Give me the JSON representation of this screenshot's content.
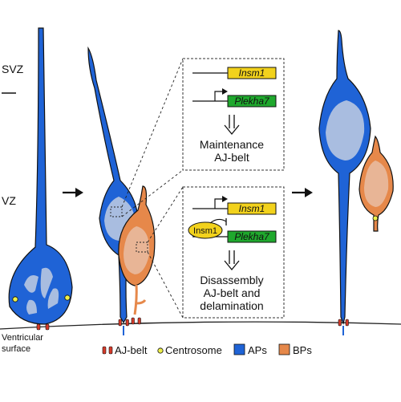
{
  "zones": {
    "svz": "SVZ",
    "vz": "VZ",
    "ventricular_surface_line1": "Ventricular",
    "ventricular_surface_line2": "surface"
  },
  "upper_box": {
    "gene_top": "Insm1",
    "gene_bottom": "Plekha7",
    "outcome_line1": "Maintenance",
    "outcome_line2": "AJ-belt"
  },
  "lower_box": {
    "gene_top": "Insm1",
    "protein": "Insm1",
    "gene_bottom": "Plekha7",
    "outcome_line1": "Disassembly",
    "outcome_line2": "AJ-belt and",
    "outcome_line3": "delamination"
  },
  "legend": {
    "aj_belt": "AJ-belt",
    "centrosome": "Centrosome",
    "aps": "APs",
    "bps": "BPs"
  },
  "colors": {
    "ap_blue": "#1f63d6",
    "ap_light": "#a9bde0",
    "bp_orange": "#e6884a",
    "bp_light": "#e8b596",
    "gene_yellow": "#f2d21c",
    "gene_green": "#1fa82d",
    "aj_red": "#d63a2a",
    "centrosome_yellow": "#eef04a"
  }
}
